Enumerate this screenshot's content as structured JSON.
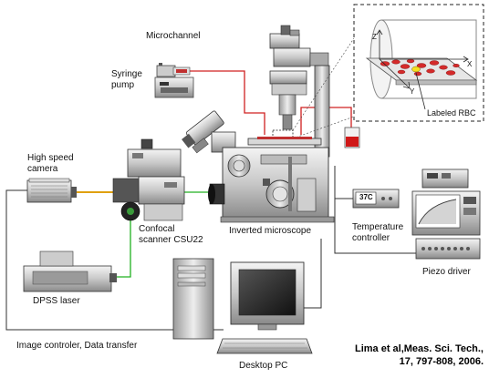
{
  "labels": {
    "microchannel": "Microchannel",
    "syringe_pump": [
      "Syringe",
      "pump"
    ],
    "high_speed_camera": [
      "High speed",
      "camera"
    ],
    "confocal_scanner": [
      "Confocal",
      "scanner CSU22"
    ],
    "inverted_microscope": "Inverted microscope",
    "temperature_controller": [
      "Temperature",
      "controller"
    ],
    "piezo_driver": "Piezo driver",
    "dpss_laser": "DPSS laser",
    "image_controller": "Image controler, Data transfer",
    "desktop_pc": "Desktop PC",
    "labeled_rbc": "Labeled RBC",
    "temp_display": "37C"
  },
  "axes": {
    "z": "Z",
    "x": "X",
    "y": "Y"
  },
  "citation": [
    "Lima et al,Meas. Sci. Tech.,",
    "17, 797-808, 2006."
  ],
  "colors": {
    "tubing": "#d02020",
    "laser_fiber": "#20b020",
    "camera_link": "#e0a010",
    "cable": "#303030"
  }
}
